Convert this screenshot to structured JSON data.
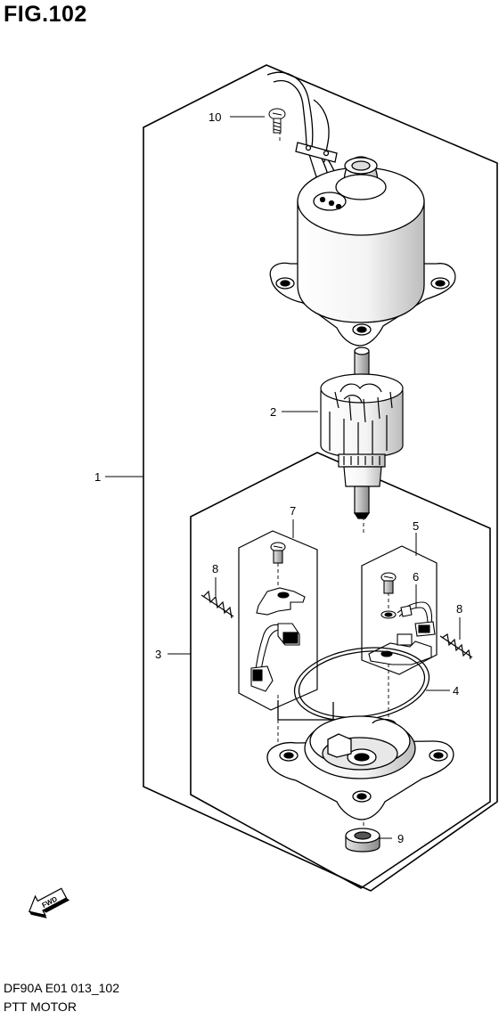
{
  "figure": {
    "title": "FIG.102",
    "code": "DF90A E01 013_102",
    "caption": "PTT MOTOR"
  },
  "callouts": {
    "c1": "1",
    "c2": "2",
    "c3": "3",
    "c4": "4",
    "c5": "5",
    "c6": "6",
    "c7": "7",
    "c8a": "8",
    "c8b": "8",
    "c9": "9",
    "c10": "10"
  },
  "fwd_label": "FWD",
  "parts": {
    "motor_housing": "motor-housing",
    "armature": "armature",
    "brush_holder_left": "brush-holder-left",
    "brush_holder_right": "brush-holder-right",
    "o_ring": "o-ring",
    "base_cover": "base-cover",
    "bushing": "bushing",
    "screw_top": "screw",
    "spring_left": "spring",
    "spring_right": "spring"
  }
}
